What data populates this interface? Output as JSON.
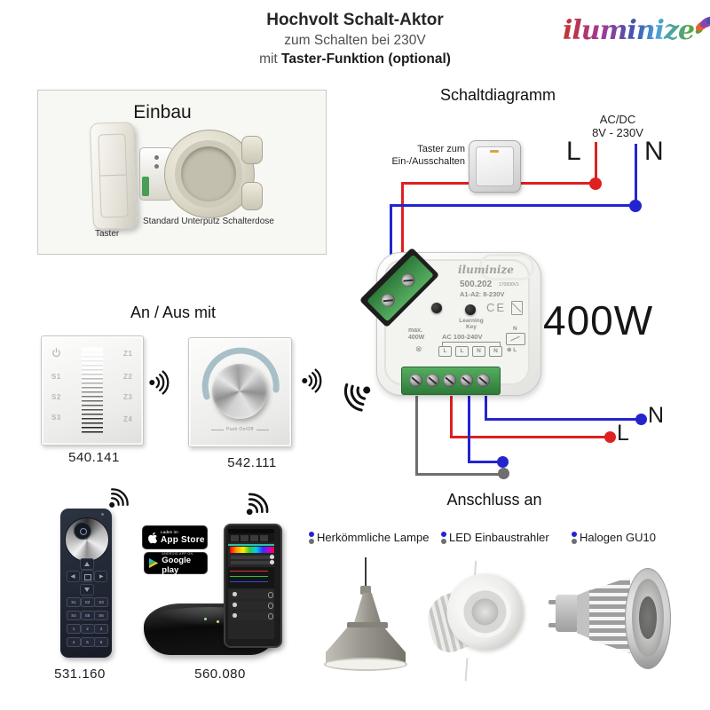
{
  "header": {
    "title": "Hochvolt Schalt-Aktor",
    "subtitle": "zum Schalten bei 230V",
    "line3_prefix": "mit ",
    "line3_bold": "Taster-Funktion (optional)"
  },
  "brand": {
    "name": "iluminize",
    "gradient_colors": [
      "#c5342c",
      "#a03a98",
      "#3c56b0",
      "#4aa3d8",
      "#58a53c"
    ]
  },
  "einbau": {
    "title": "Einbau",
    "taster_label": "Taster",
    "dose_label": "Standard Unterputz Schalterdose"
  },
  "diagram": {
    "title": "Schaltdiagramm",
    "supply_line1": "AC/DC",
    "supply_line2": "8V - 230V",
    "l_in": "L",
    "n_in": "N",
    "taster_line1": "Taster zum",
    "taster_line2": "Ein-/Ausschalten",
    "n_out": "N",
    "l_out": "L",
    "colors": {
      "phase": "#df2020",
      "neutral": "#2424cf",
      "load": "#6e6e6e"
    }
  },
  "device": {
    "brand": "iluminize",
    "model": "500.202",
    "revision": "170830V1",
    "input_spec": "A1-A2: 8-230V",
    "learning_line1": "Learning",
    "learning_line2": "Key",
    "ce_mark": "CE",
    "max_line1": "max.",
    "max_line2": "400W",
    "ac_spec": "AC 100-240V",
    "lamp_symbol": "⊗",
    "terminal_labels": [
      "L",
      "L",
      "N",
      "N"
    ],
    "relay_n": "N",
    "relay_l": "L",
    "big_power": "400W"
  },
  "an_aus": {
    "title": "An / Aus mit",
    "panel_touch": {
      "code": "540.141",
      "left_labels": [
        "S1",
        "S2",
        "S3"
      ],
      "right_labels": [
        "Z1",
        "Z2",
        "Z3",
        "Z4"
      ]
    },
    "panel_knob": {
      "code": "542.111",
      "label": "Push On/Off"
    }
  },
  "control": {
    "remote_code": "531.160",
    "remote_rows": [
      [
        "S1",
        "S2",
        "S3"
      ],
      [
        "S4",
        "S5",
        "S6"
      ],
      [
        "1",
        "2",
        "3"
      ],
      [
        "4",
        "5",
        "6"
      ]
    ],
    "gateway_code": "560.080",
    "appstore_line1": "Laden im",
    "appstore_line2": "App Store",
    "googleplay_line1": "ANDROID APP ON",
    "googleplay_line2": "Google play"
  },
  "anschluss": {
    "title": "Anschluss an",
    "items": [
      {
        "label": "Herkömmliche Lampe"
      },
      {
        "label": "LED Einbaustrahler"
      },
      {
        "label": "Halogen GU10"
      }
    ]
  }
}
